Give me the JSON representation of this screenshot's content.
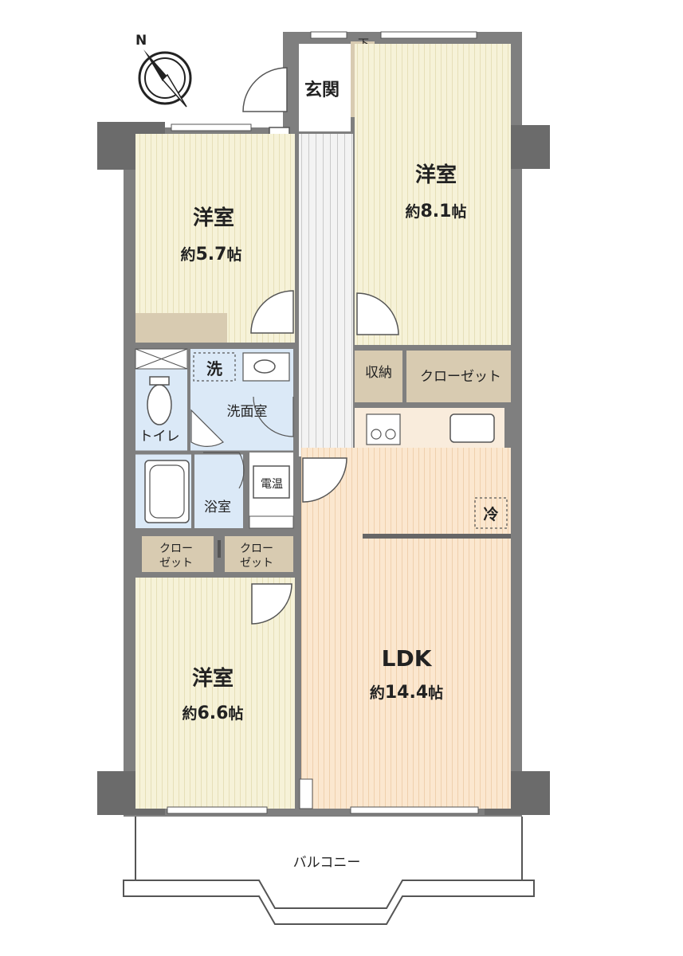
{
  "compass": {
    "label": "N"
  },
  "rooms": {
    "western_1": {
      "name": "洋室",
      "size_prefix": "約",
      "size_value": "5.7",
      "size_unit": "帖"
    },
    "western_2": {
      "name": "洋室",
      "size_prefix": "約",
      "size_value": "8.1",
      "size_unit": "帖"
    },
    "western_3": {
      "name": "洋室",
      "size_prefix": "約",
      "size_value": "6.6",
      "size_unit": "帖"
    },
    "ldk": {
      "name": "LDK",
      "size_prefix": "約",
      "size_value": "14.4",
      "size_unit": "帖"
    }
  },
  "labels": {
    "entrance": "玄関",
    "shoe_box": "下足入",
    "storage": "収納",
    "closet_main": "クローゼット",
    "laundry": "洗",
    "washroom": "洗面室",
    "toilet": "トイレ",
    "bath": "浴室",
    "water_heater": "電温",
    "fridge": "冷",
    "closet_left_a": "クロー",
    "closet_left_b": "ゼット",
    "closet_right_a": "クロー",
    "closet_right_b": "ゼット",
    "balcony": "バルコニー"
  },
  "colors": {
    "wall": "#7f7f7f",
    "wall_dark": "#5e5e5e",
    "western_floor": "#f6f2d8",
    "western_stripe": "#e8e2bf",
    "ldk_floor": "#fbe7cf",
    "ldk_stripe": "#f1d4b3",
    "hall_floor": "#f2f2f2",
    "hall_stripe": "#d6d6d6",
    "wet_area": "#dbe9f7",
    "closet": "#d8cbb1",
    "kitchen": "#f9ecdc"
  }
}
